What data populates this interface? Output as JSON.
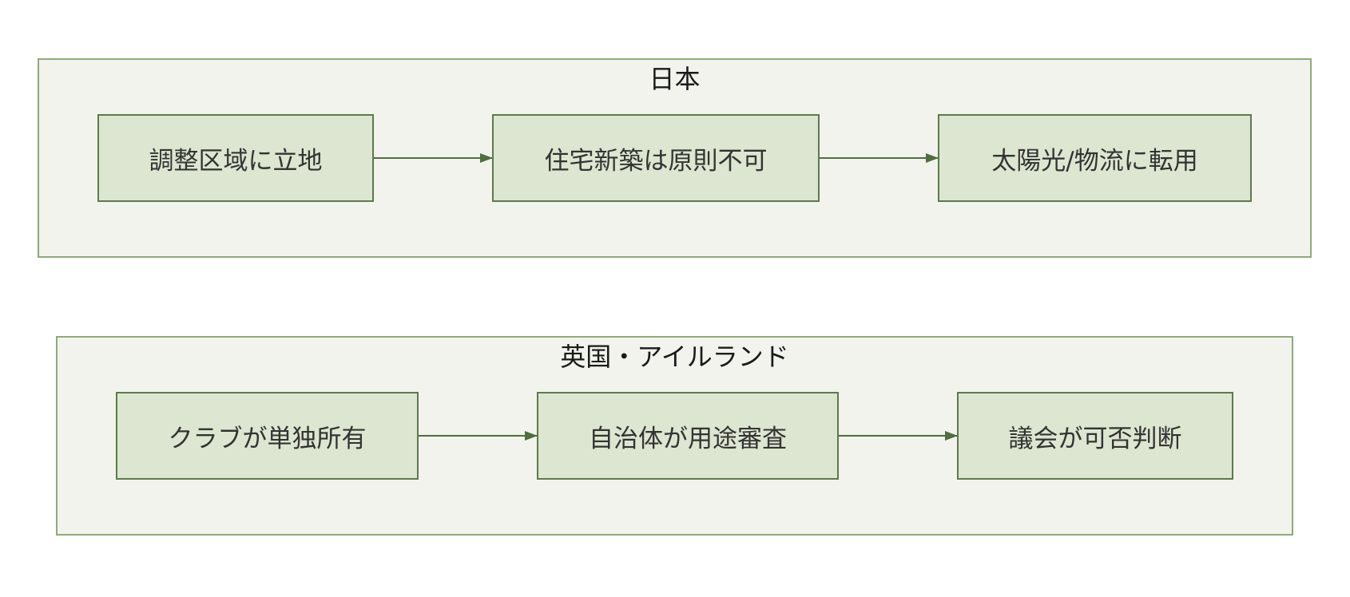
{
  "colors": {
    "cluster_fill": "#f2f3ec",
    "cluster_border": "#8faa78",
    "node_fill": "#dce6d0",
    "node_border": "#5d7a4a",
    "edge": "#4f6e3e"
  },
  "clusters": [
    {
      "title": "日本",
      "nodes": [
        {
          "label": "調整区域に立地"
        },
        {
          "label": "住宅新築は原則不可"
        },
        {
          "label": "太陽光/物流に転用"
        }
      ]
    },
    {
      "title": "英国・アイルランド",
      "nodes": [
        {
          "label": "クラブが単独所有"
        },
        {
          "label": "自治体が用途審査"
        },
        {
          "label": "議会が可否判断"
        }
      ]
    }
  ]
}
